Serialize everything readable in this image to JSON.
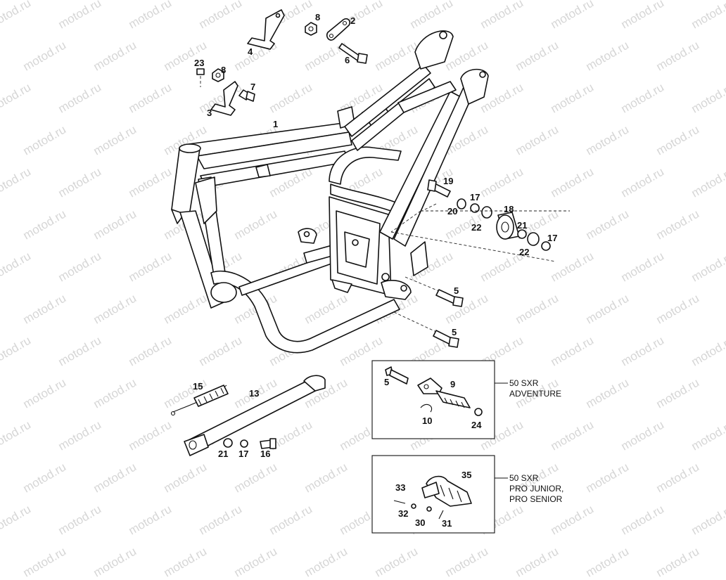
{
  "watermark": "motod.ru",
  "callouts": {
    "p1": "1",
    "p2": "2",
    "p3": "3",
    "p4": "4",
    "p5a": "5",
    "p5b": "5",
    "p5c": "5",
    "p6": "6",
    "p7": "7",
    "p8a": "8",
    "p8b": "8",
    "p9": "9",
    "p10": "10",
    "p13": "13",
    "p15": "15",
    "p16": "16",
    "p17a": "17",
    "p17b": "17",
    "p17c": "17",
    "p18": "18",
    "p19": "19",
    "p20": "20",
    "p21a": "21",
    "p21b": "21",
    "p22a": "22",
    "p22b": "22",
    "p23": "23",
    "p24": "24",
    "p30": "30",
    "p31": "31",
    "p32": "32",
    "p33": "33",
    "p35": "35"
  },
  "boxes": {
    "adventure": {
      "line1": "50 SXR",
      "line2": "ADVENTURE"
    },
    "pro": {
      "line1": "50 SXR",
      "line2": "PRO JUNIOR,",
      "line3": "PRO SENIOR"
    }
  }
}
